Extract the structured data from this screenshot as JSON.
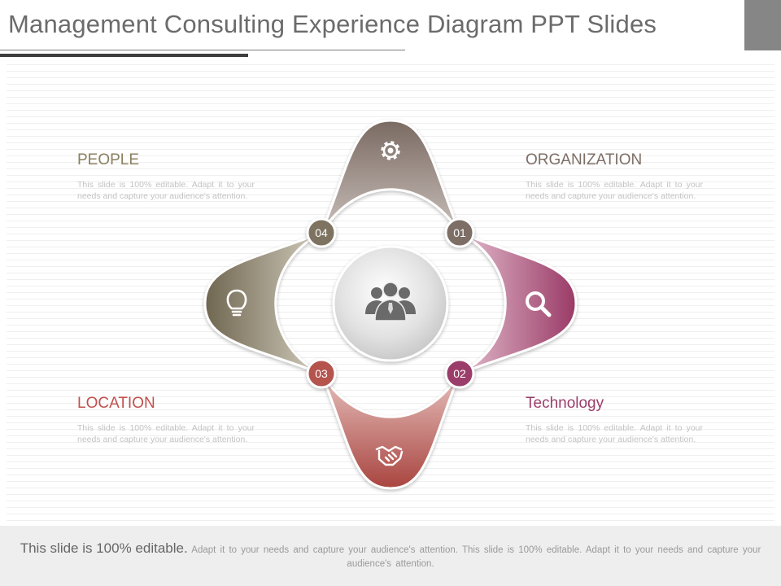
{
  "title": "Management Consulting Experience Diagram PPT Slides",
  "colors": {
    "people": "#8a7f5e",
    "organization": "#7d6e66",
    "location": "#c0504d",
    "technology": "#9b3d6a",
    "petal_top": "#8a7a72",
    "petal_right": "#a84a78",
    "petal_bottom": "#b5524e",
    "petal_left": "#7d7360"
  },
  "sections": {
    "people": {
      "label": "PEOPLE",
      "text": "This slide is 100% editable. Adapt it to your needs and capture your audience's attention."
    },
    "organization": {
      "label": "ORGANIZATION",
      "text": "This slide is 100% editable. Adapt it to your needs and capture your audience's attention."
    },
    "location": {
      "label": "LOCATION",
      "text": "This slide is 100% editable. Adapt it to your needs and capture your audience's attention."
    },
    "technology": {
      "label": "Technology",
      "text": "This slide is 100% editable. Adapt it to your needs and capture your audience's attention."
    }
  },
  "diagram": {
    "badges": [
      "01",
      "02",
      "03",
      "04"
    ],
    "icons": {
      "top": "gear-icon",
      "right": "search-icon",
      "bottom": "handshake-icon",
      "left": "lightbulb-icon",
      "center": "people-group-icon"
    }
  },
  "footer": {
    "lead": "This slide is 100% editable.",
    "text": "Adapt it to your needs and capture your audience's attention. This slide is 100% editable. Adapt it to your needs and capture your audience's attention."
  }
}
